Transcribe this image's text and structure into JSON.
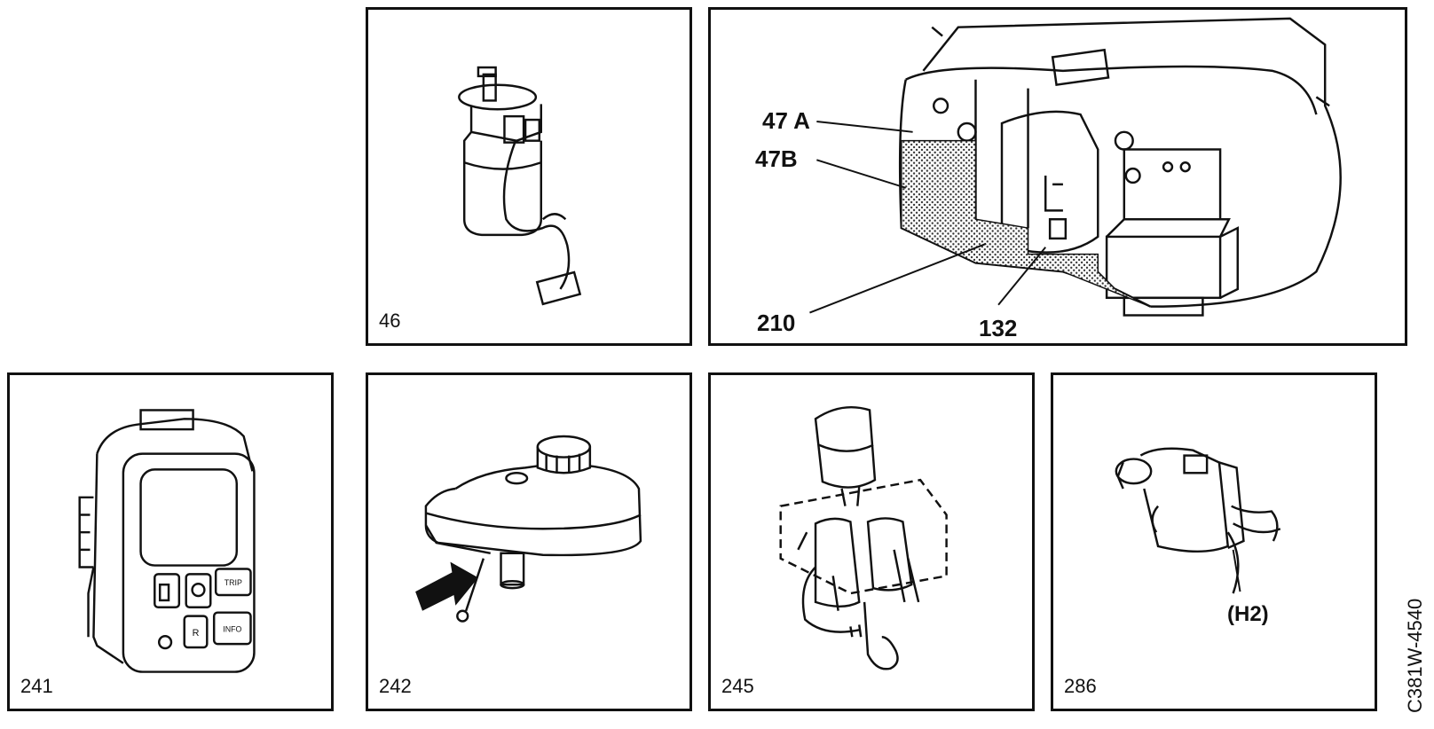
{
  "panels": {
    "p46": {
      "number": "46"
    },
    "p47": {
      "callouts": {
        "a": "47 A",
        "b": "47B",
        "c": "210",
        "d": "132"
      }
    },
    "p241": {
      "number": "241",
      "buttons": {
        "trip": "TRIP",
        "r": "R",
        "info": "INFO"
      }
    },
    "p242": {
      "number": "242"
    },
    "p245": {
      "number": "245"
    },
    "p286": {
      "number": "286",
      "callout": "(H2)"
    }
  },
  "reference_code": "C381W-4540"
}
